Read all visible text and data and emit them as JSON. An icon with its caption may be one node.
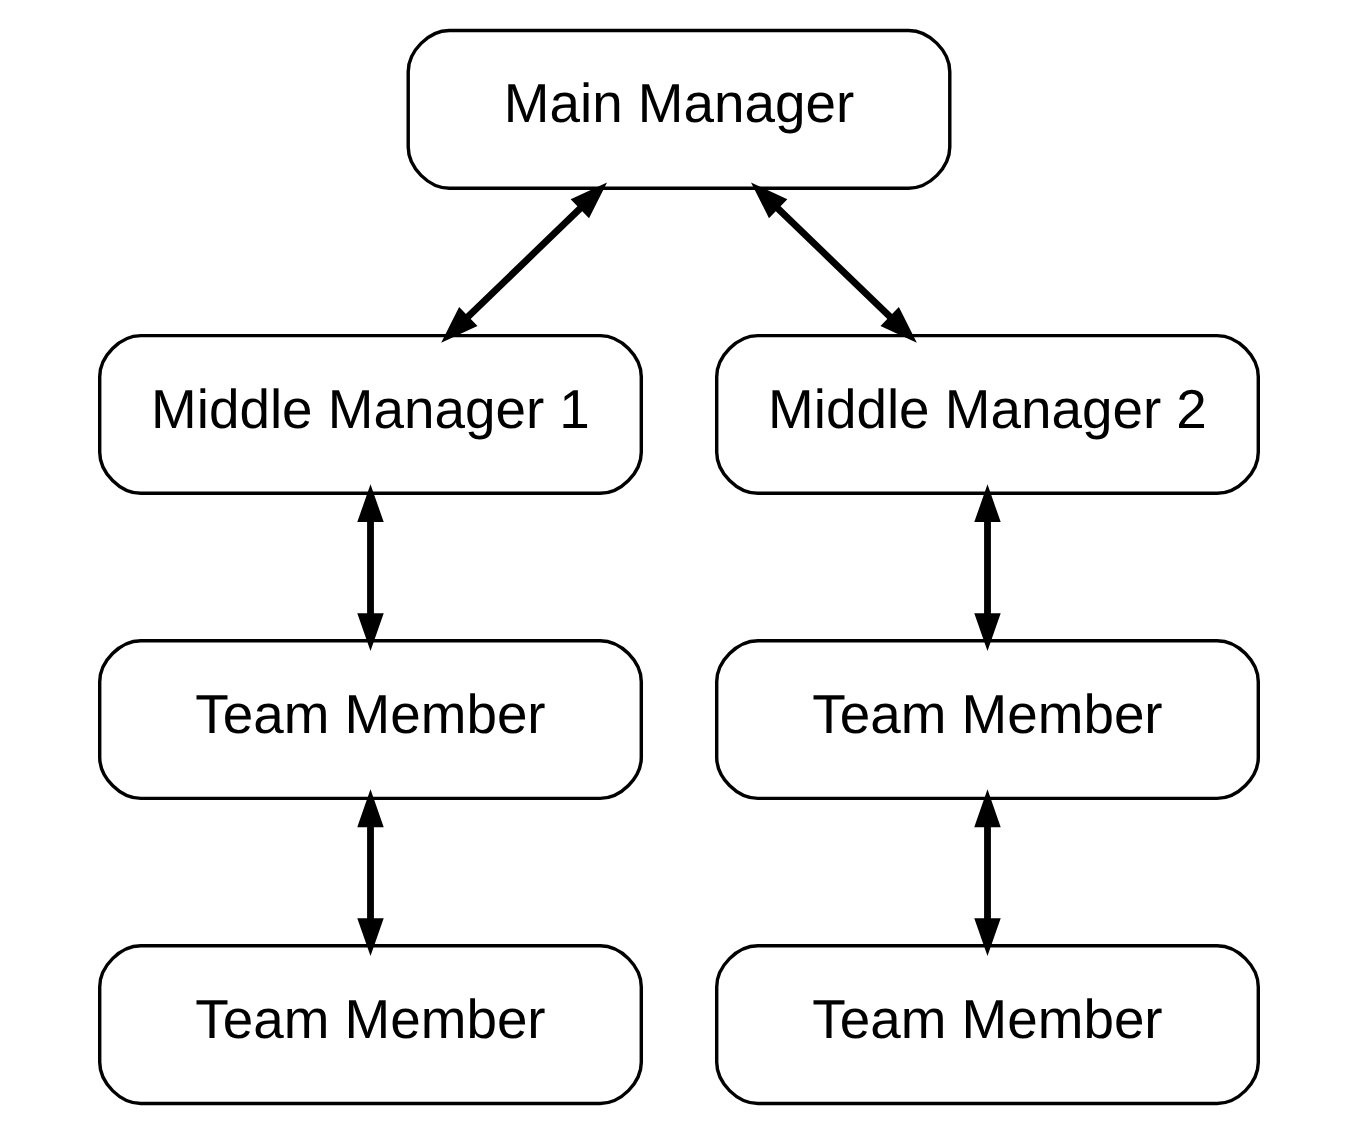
{
  "diagram": {
    "nodes": [
      {
        "text": [
          "Main Manager"
        ]
      },
      {
        "text": [
          "Middle Manager 1"
        ]
      },
      {
        "text": [
          "Middle Manager 2"
        ]
      },
      {
        "text": [
          "Team Member"
        ]
      },
      {
        "text": [
          "Team Member"
        ]
      },
      {
        "text": [
          "Team Member"
        ]
      },
      {
        "text": [
          "Team Member"
        ]
      }
    ],
    "edges": [
      {
        "from": 0,
        "to": 1,
        "arrow": "both"
      },
      {
        "from": 0,
        "to": 2,
        "arrow": "both"
      },
      {
        "from": 1,
        "to": 3,
        "arrow": "both"
      },
      {
        "from": 2,
        "to": 4,
        "arrow": "both"
      },
      {
        "from": 3,
        "to": 5,
        "arrow": "both"
      },
      {
        "from": 4,
        "to": 6,
        "arrow": "both"
      }
    ]
  }
}
